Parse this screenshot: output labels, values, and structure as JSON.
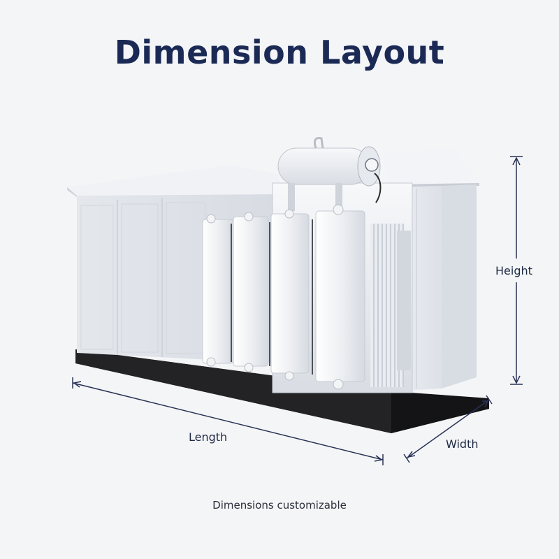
{
  "title": "Dimension Layout",
  "dimensions": {
    "height_label": "Height",
    "length_label": "Length",
    "width_label": "Width"
  },
  "footnote": "Dimensions customizable",
  "colors": {
    "title": "#1b2a55",
    "dimension_lines": "#2a3356",
    "enclosure": "#e6e9ee",
    "base": "#1c1c1e"
  }
}
